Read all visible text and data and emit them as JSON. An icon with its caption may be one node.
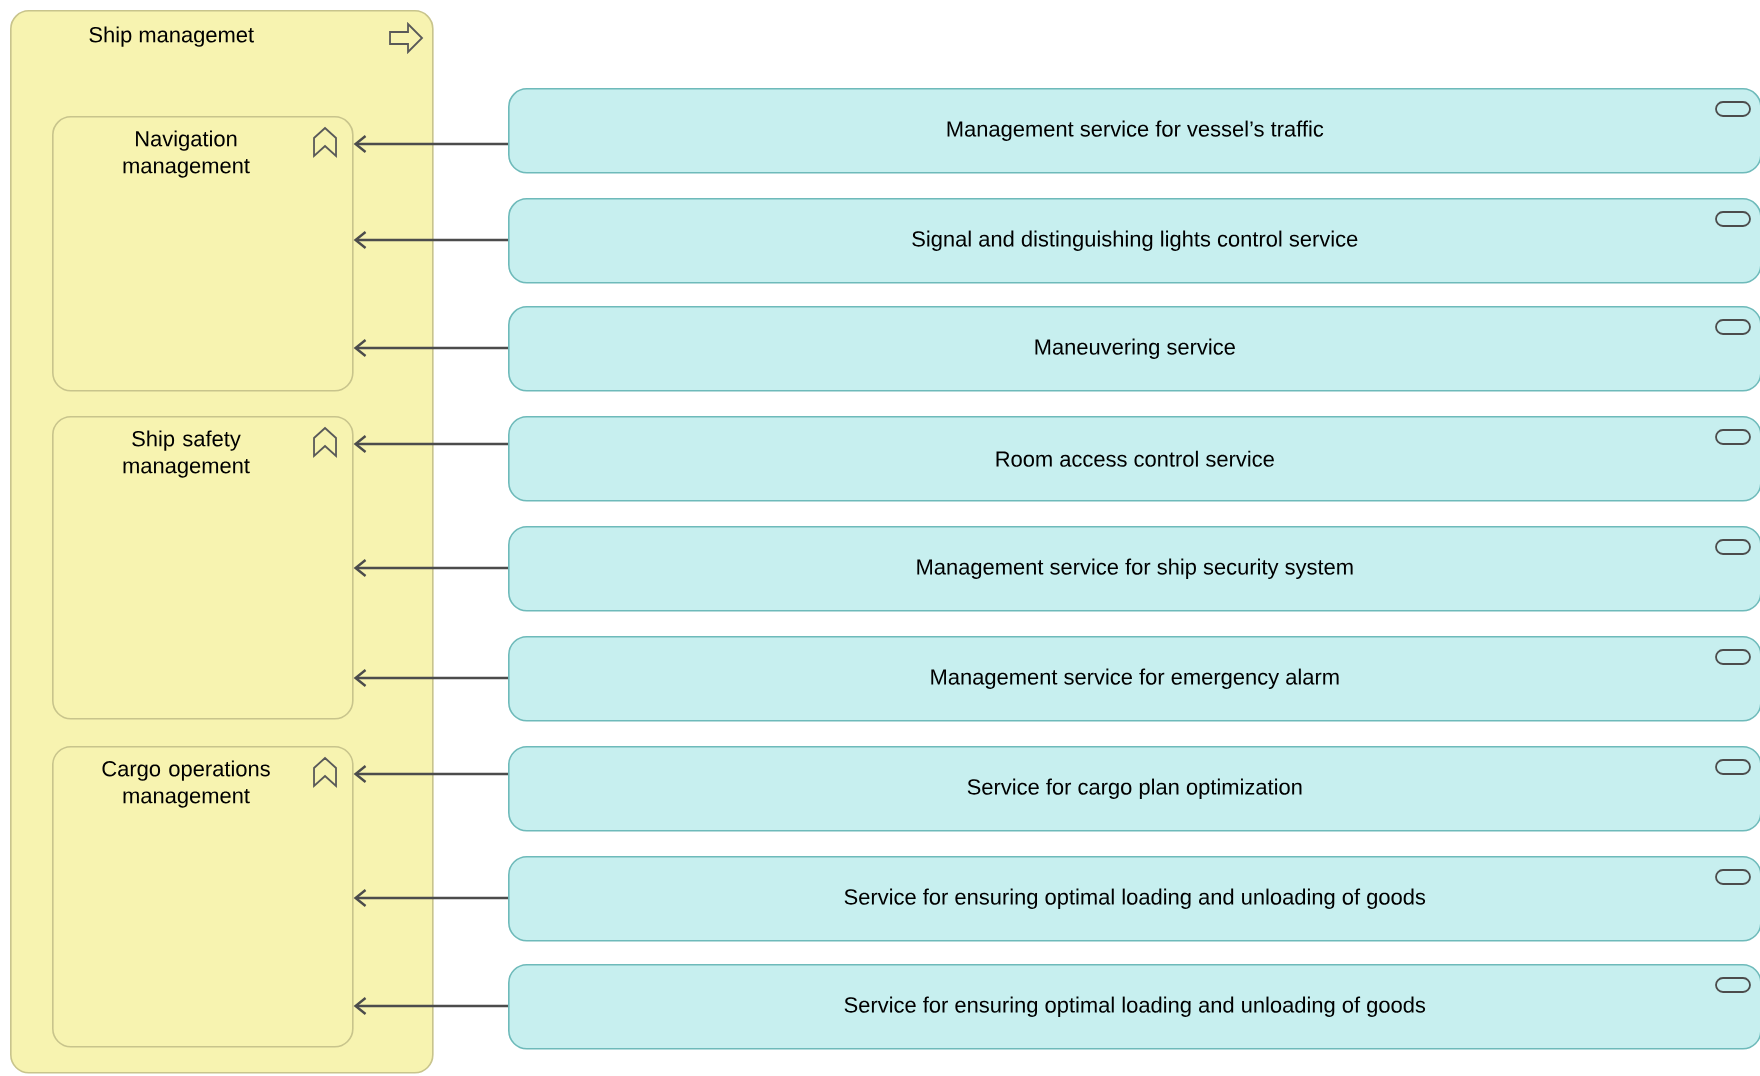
{
  "diagram": {
    "nodes": [
      {
        "text": [
          "Ship managemet"
        ]
      },
      {
        "text": [
          "Navigation management"
        ],
        "in": 0
      },
      {
        "text": [
          "Ship safety management"
        ],
        "in": 0
      },
      {
        "text": [
          "Cargo operations management"
        ],
        "in": 0
      },
      {
        "text": [
          "Management service for vessel’s traffic"
        ]
      },
      {
        "text": [
          "Signal and distinguishing lights control service"
        ]
      },
      {
        "text": [
          "Maneuvering service"
        ]
      },
      {
        "text": [
          "Room access control service"
        ]
      },
      {
        "text": [
          "Management service for ship security system"
        ]
      },
      {
        "text": [
          "Management service for emergency alarm"
        ]
      },
      {
        "text": [
          "Service for cargo plan optimization"
        ]
      },
      {
        "text": [
          "Service for ensuring optimal loading and unloading of goods"
        ]
      },
      {
        "text": [
          "Service for ensuring optimal loading and unloading of goods"
        ]
      }
    ],
    "edges": [
      {
        "from": 4,
        "to": 1,
        "arrow": "to"
      },
      {
        "from": 5,
        "to": 1,
        "arrow": "to"
      },
      {
        "from": 6,
        "to": 1,
        "arrow": "to"
      },
      {
        "from": 7,
        "to": 2,
        "arrow": "to"
      },
      {
        "from": 8,
        "to": 2,
        "arrow": "to"
      },
      {
        "from": 9,
        "to": 2,
        "arrow": "to"
      },
      {
        "from": 10,
        "to": 3,
        "arrow": "to"
      },
      {
        "from": 11,
        "to": 3,
        "arrow": "to"
      },
      {
        "from": 12,
        "to": 3,
        "arrow": "to"
      }
    ]
  }
}
